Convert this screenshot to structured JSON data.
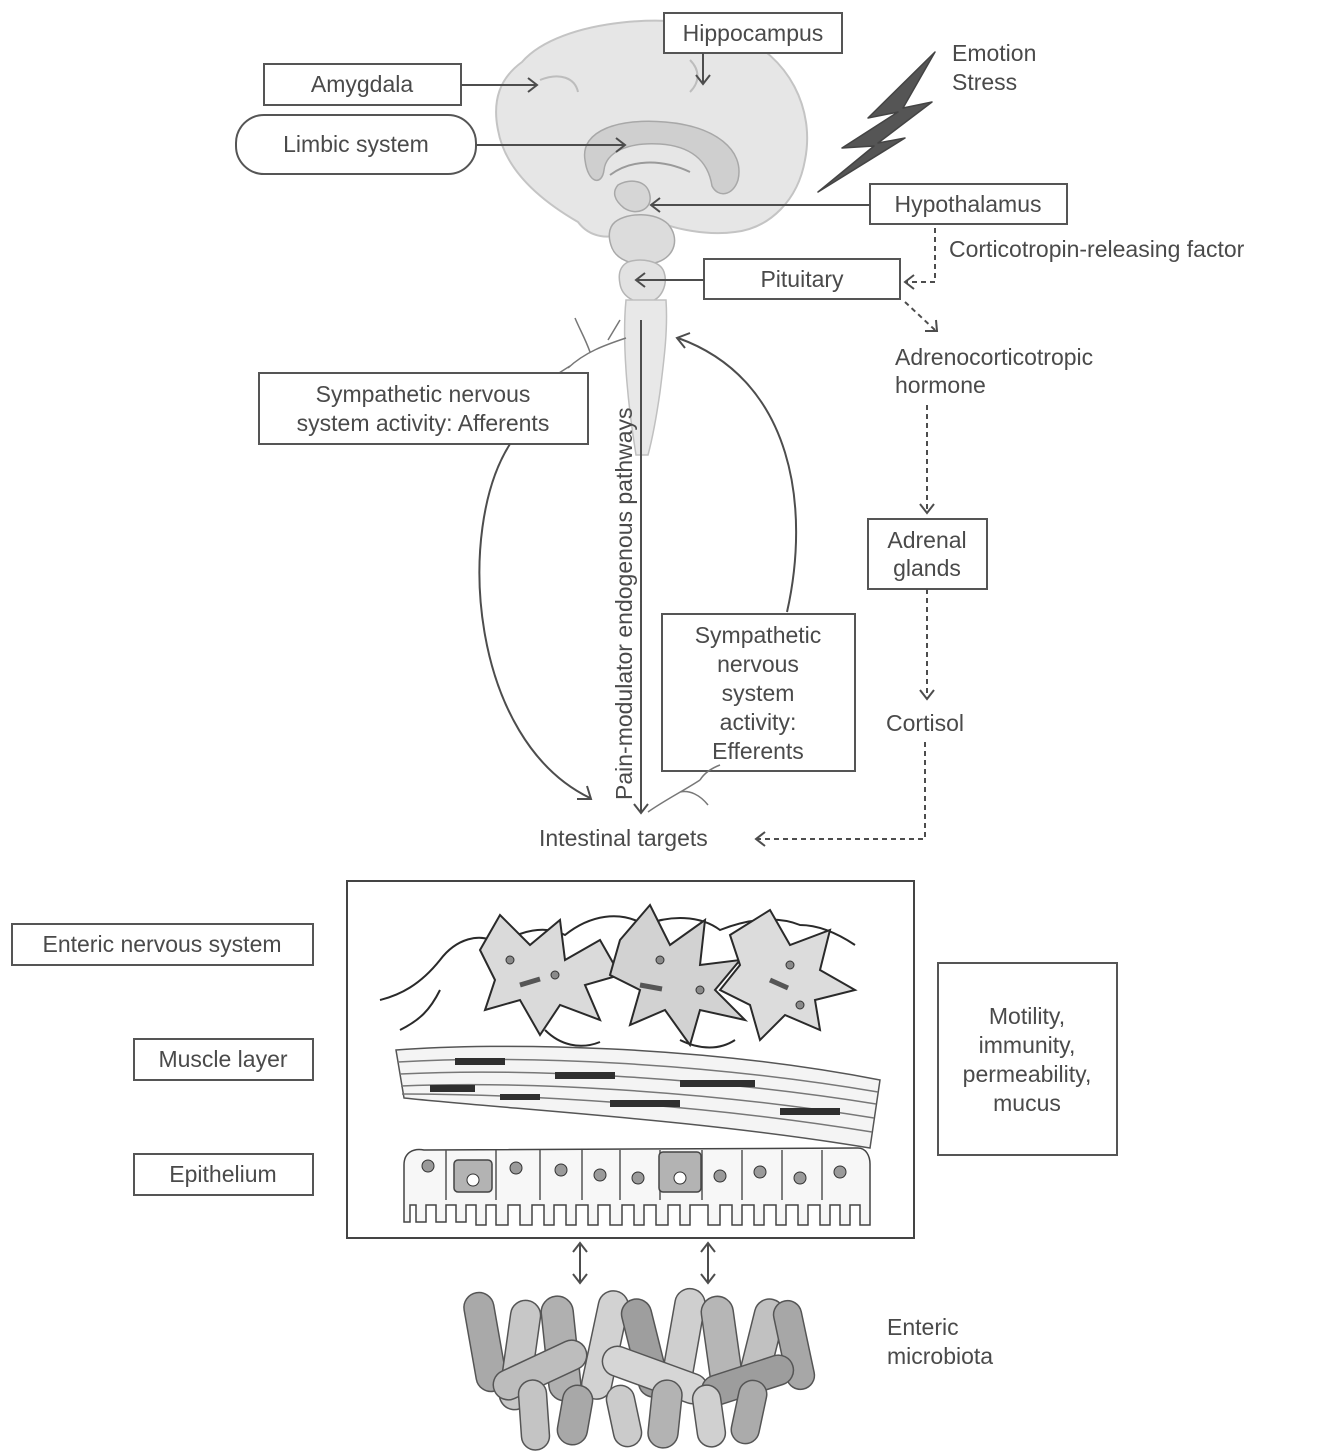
{
  "title": "",
  "colors": {
    "line": "#4d4d4d",
    "box_border": "#555555",
    "text": "#4a4a4a",
    "brain_fill": "#e4e4e4",
    "lightning": "#555555",
    "microbe_fill": "#b9b9b9"
  },
  "brain": {
    "hippocampus": "Hippocampus",
    "amygdala": "Amygdala",
    "limbic_system": "Limbic system",
    "hypothalamus": "Hypothalamus",
    "pituitary": "Pituitary"
  },
  "stress": {
    "line1": "Emotion",
    "line2": "Stress"
  },
  "hpa_axis": {
    "crf": "Corticotropin-releasing factor",
    "acth_line1": "Adrenocorticotropic",
    "acth_line2": "hormone",
    "adrenal_line1": "Adrenal",
    "adrenal_line2": "glands",
    "cortisol": "Cortisol"
  },
  "nervous": {
    "afferents_line1": "Sympathetic nervous",
    "afferents_line2": "system activity: Afferents",
    "pain_pathway": "Pain-modulator endogenous pathways",
    "efferents_lines": [
      "Sympathetic",
      "nervous",
      "system",
      "activity:",
      "Efferents"
    ]
  },
  "gut": {
    "intestinal_targets": "Intestinal targets",
    "enteric_nervous_system": "Enteric nervous system",
    "muscle_layer": "Muscle layer",
    "epithelium": "Epithelium",
    "functions_lines": [
      "Motility,",
      "immunity,",
      "permeability,",
      "mucus"
    ],
    "microbiota_line1": "Enteric",
    "microbiota_line2": "microbiota"
  }
}
